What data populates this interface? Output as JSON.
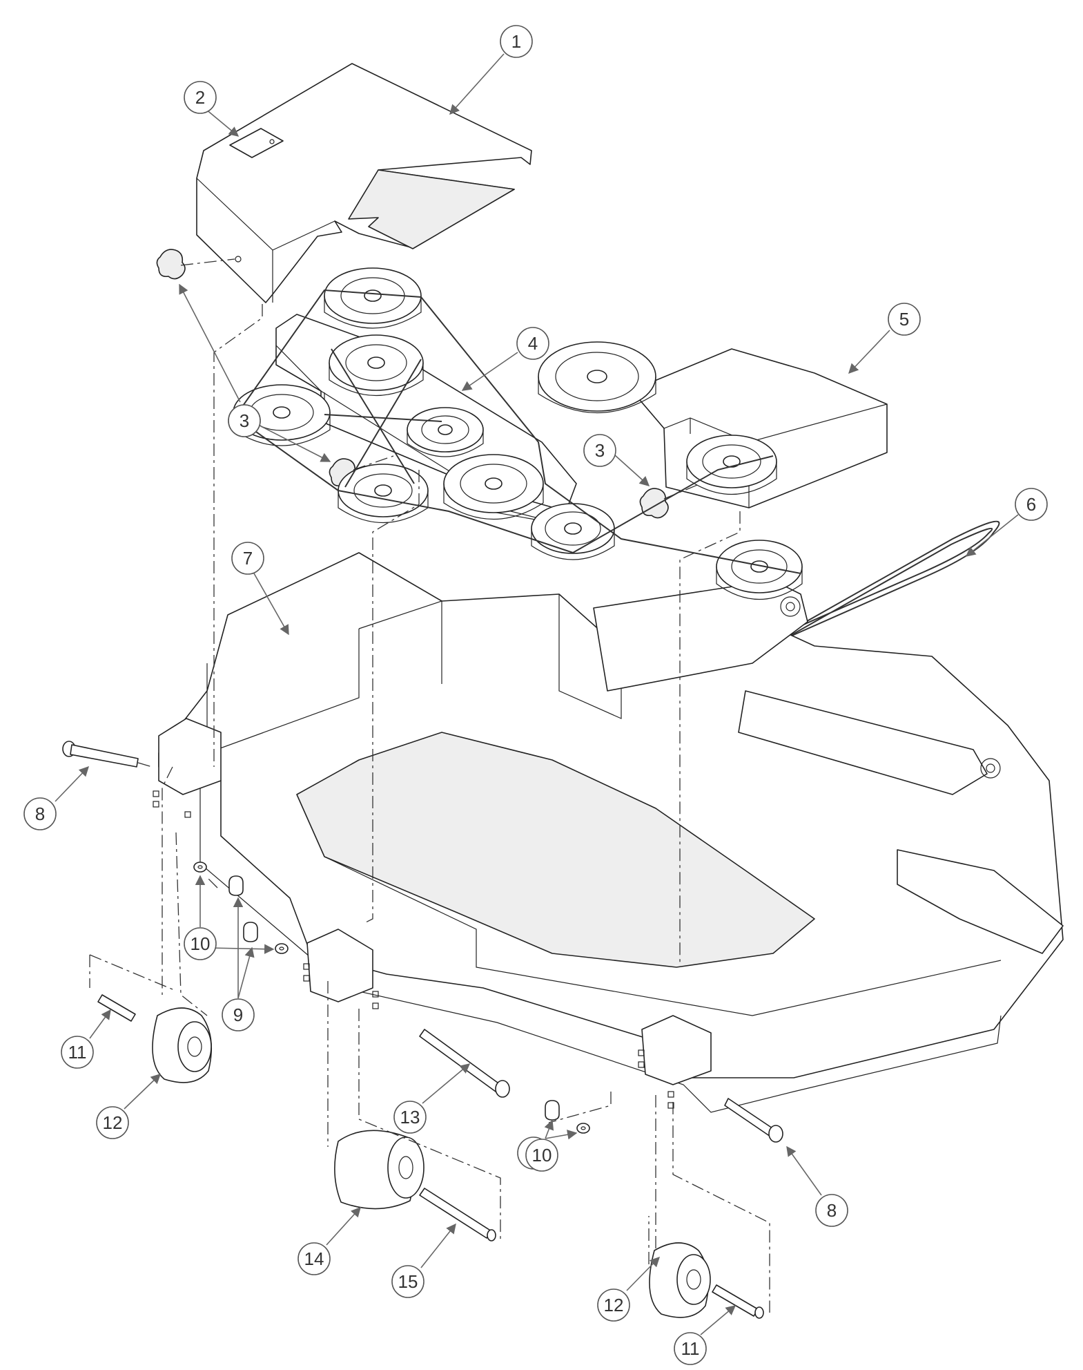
{
  "callouts": [
    {
      "id": "c1",
      "label": "1"
    },
    {
      "id": "c2",
      "label": "2"
    },
    {
      "id": "c3a",
      "label": "3"
    },
    {
      "id": "c3b",
      "label": "3"
    },
    {
      "id": "c3c",
      "label": "3"
    },
    {
      "id": "c4",
      "label": "4"
    },
    {
      "id": "c5",
      "label": "5"
    },
    {
      "id": "c6",
      "label": "6"
    },
    {
      "id": "c7",
      "label": "7"
    },
    {
      "id": "c8a",
      "label": "8"
    },
    {
      "id": "c8b",
      "label": "8"
    },
    {
      "id": "c9a",
      "label": "9"
    },
    {
      "id": "c9b",
      "label": "9"
    },
    {
      "id": "c10a",
      "label": "10"
    },
    {
      "id": "c10b",
      "label": "10"
    },
    {
      "id": "c11a",
      "label": "11"
    },
    {
      "id": "c11b",
      "label": "11"
    },
    {
      "id": "c12a",
      "label": "12"
    },
    {
      "id": "c12b",
      "label": "12"
    },
    {
      "id": "c13",
      "label": "13"
    },
    {
      "id": "c14",
      "label": "14"
    },
    {
      "id": "c15",
      "label": "15"
    }
  ]
}
